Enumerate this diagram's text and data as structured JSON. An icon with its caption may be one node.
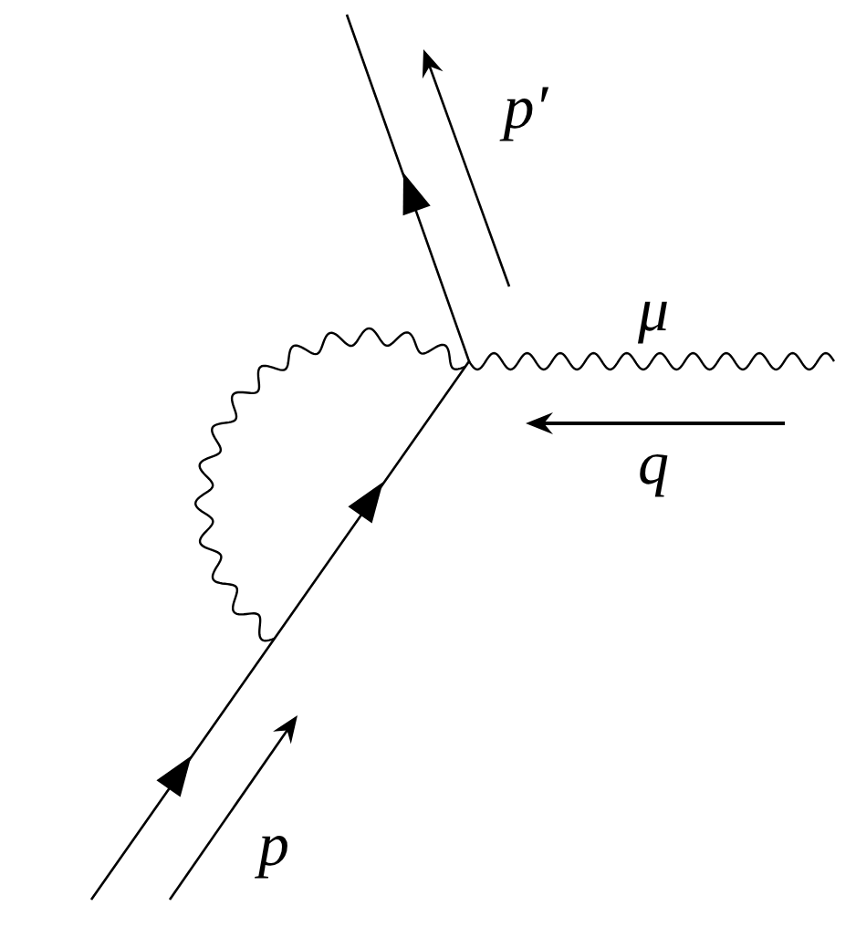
{
  "diagram": {
    "labels": [
      "p′",
      "μ",
      "q",
      "p"
    ]
  }
}
